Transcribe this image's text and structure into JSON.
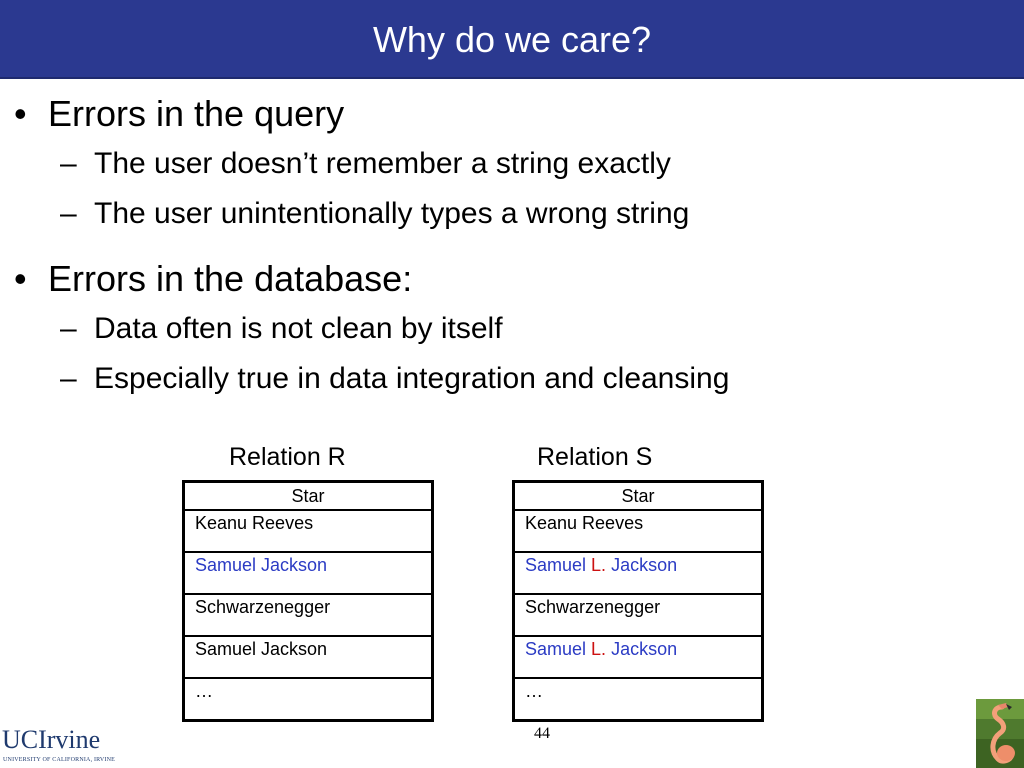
{
  "slide": {
    "title": "Why do we care?",
    "page_number": "44"
  },
  "bullets": [
    {
      "marker": "•",
      "text": "Errors in the query",
      "sub": [
        {
          "marker": "–",
          "text": "The user doesn’t remember a string exactly"
        },
        {
          "marker": "–",
          "text": "The user unintentionally types a wrong string"
        }
      ]
    },
    {
      "marker": "•",
      "text": "Errors in the database:",
      "sub": [
        {
          "marker": "–",
          "text": "Data often is not clean by itself"
        },
        {
          "marker": "–",
          "text": "Especially true in data integration and cleansing"
        }
      ]
    }
  ],
  "relation_r": {
    "caption": "Relation R",
    "header": "Star",
    "rows": [
      {
        "text": "Keanu Reeves",
        "color": "#000000"
      },
      {
        "text": "Samuel Jackson",
        "color": "#2b3bc4"
      },
      {
        "text": "Schwarzenegger",
        "color": "#000000"
      },
      {
        "text": "Samuel Jackson",
        "color": "#000000"
      },
      {
        "text": "…",
        "color": "#000000"
      }
    ]
  },
  "relation_s": {
    "caption": "Relation S",
    "header": "Star",
    "rows": [
      {
        "text": "Keanu Reeves"
      },
      {
        "first": "Samuel ",
        "middle": "L.",
        "last": " Jackson"
      },
      {
        "text": "Schwarzenegger"
      },
      {
        "first": "Samuel ",
        "middle": "L.",
        "last": " Jackson"
      },
      {
        "text": "…"
      }
    ]
  },
  "logo": {
    "name": "UCIrvine",
    "subtitle": "UNIVERSITY OF CALIFORNIA, IRVINE"
  },
  "colors": {
    "title_bar": "#2b3990",
    "highlight_blue": "#2b3bc4",
    "highlight_red": "#cc1111"
  },
  "icons": {
    "flamingo": "flamingo-image"
  }
}
